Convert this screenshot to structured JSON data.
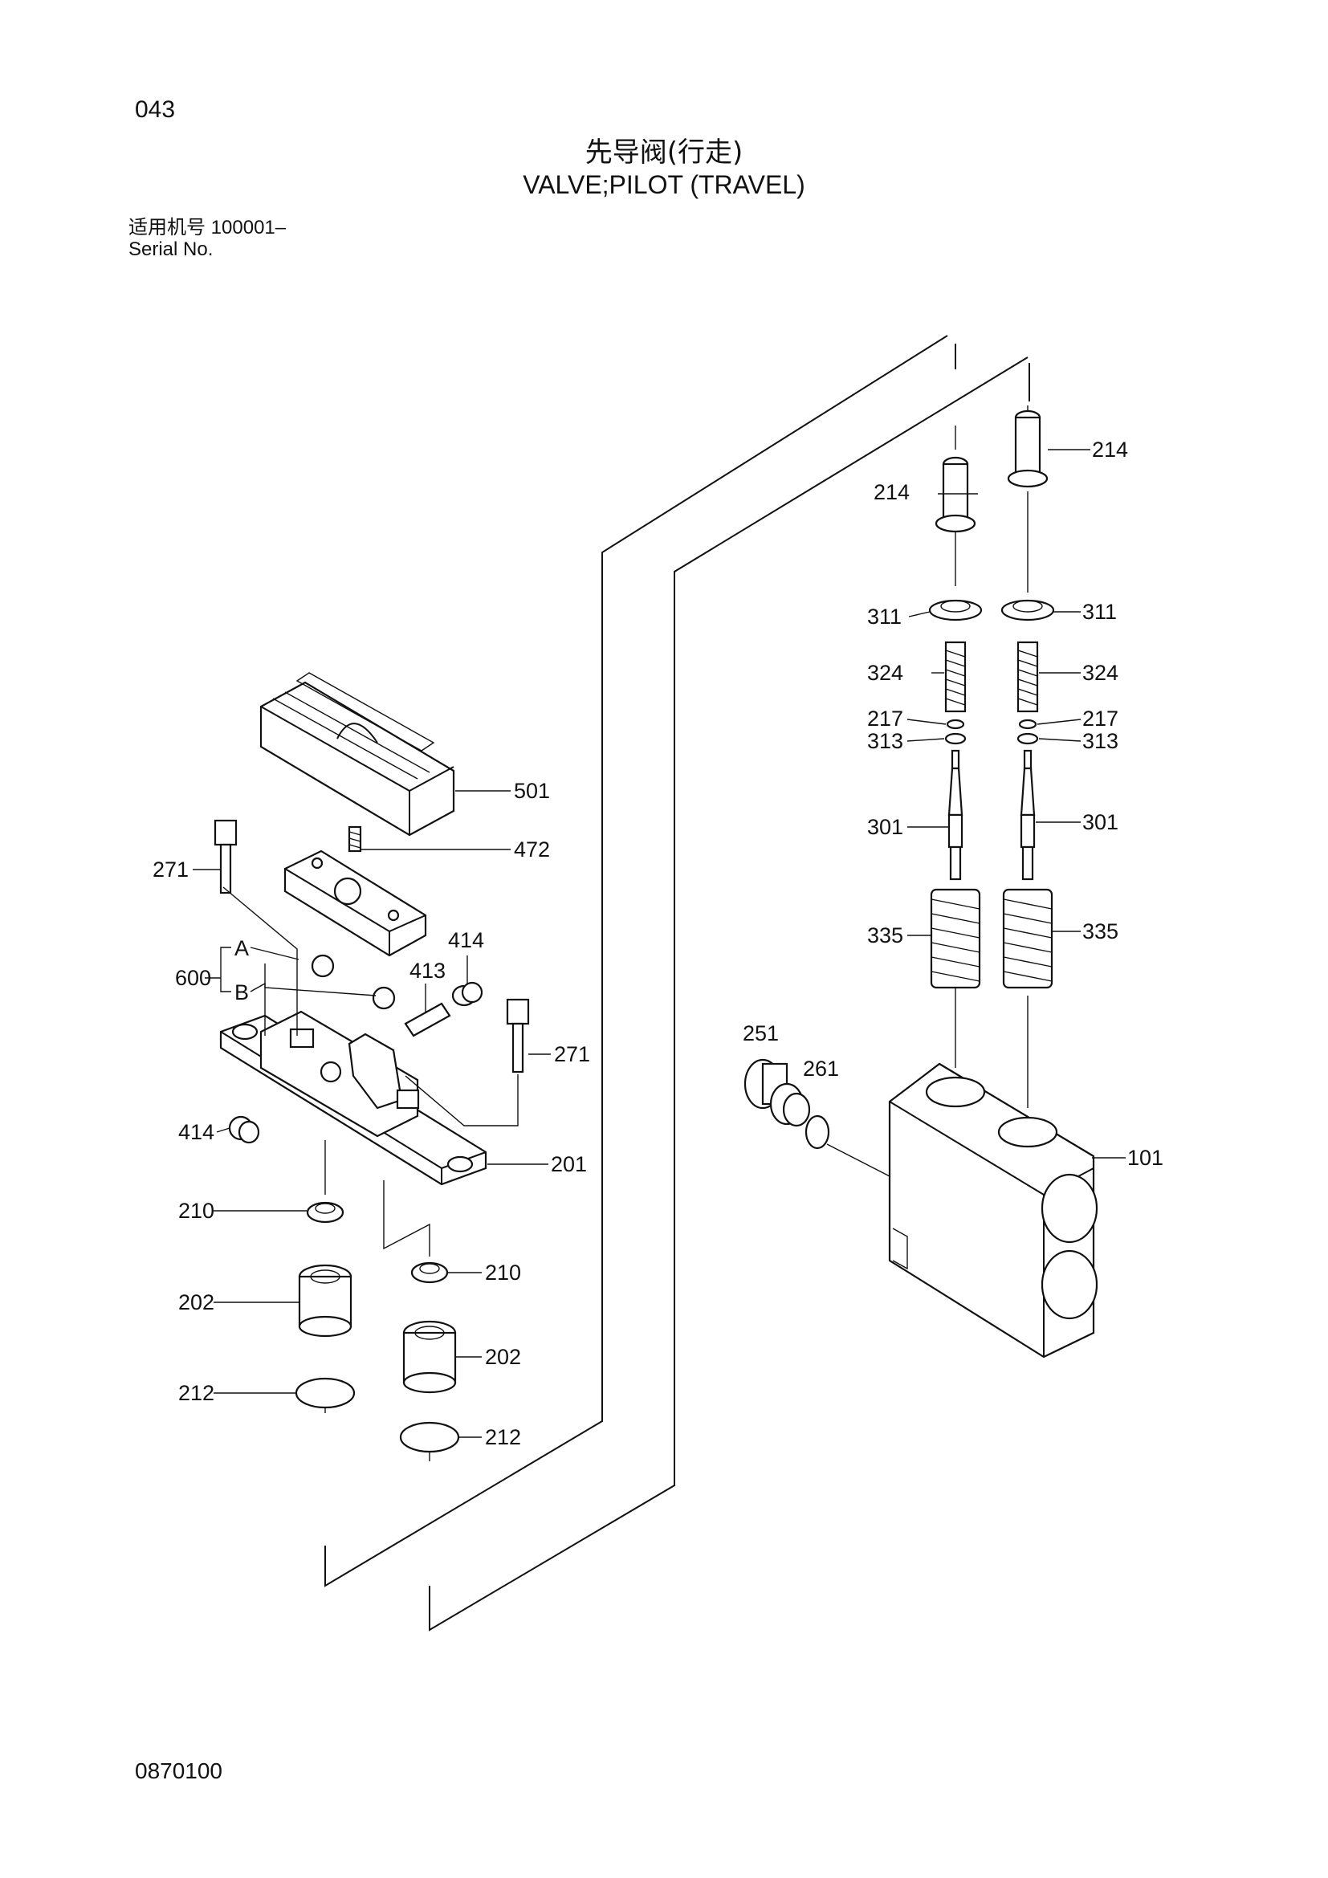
{
  "page": {
    "number": "043",
    "title_cn": "先导阀(行走)",
    "title_en": "VALVE;PILOT (TRAVEL)",
    "serial_label_cn": "适用机号",
    "serial_value": "100001–",
    "serial_label_en": "Serial No.",
    "footer_code": "0870100"
  },
  "callouts": {
    "c214a": "214",
    "c214b": "214",
    "c311a": "311",
    "c311b": "311",
    "c324a": "324",
    "c324b": "324",
    "c217a": "217",
    "c217b": "217",
    "c313a": "313",
    "c313b": "313",
    "c301a": "301",
    "c301b": "301",
    "c335a": "335",
    "c335b": "335",
    "c251": "251",
    "c261": "261",
    "c101": "101",
    "c501": "501",
    "c472": "472",
    "c271a": "271",
    "c271b": "271",
    "c414a": "414",
    "c414b": "414",
    "c413": "413",
    "c600": "600",
    "cA": "A",
    "cB": "B",
    "c201": "201",
    "c210a": "210",
    "c210b": "210",
    "c202a": "202",
    "c202b": "202",
    "c212a": "212",
    "c212b": "212"
  }
}
